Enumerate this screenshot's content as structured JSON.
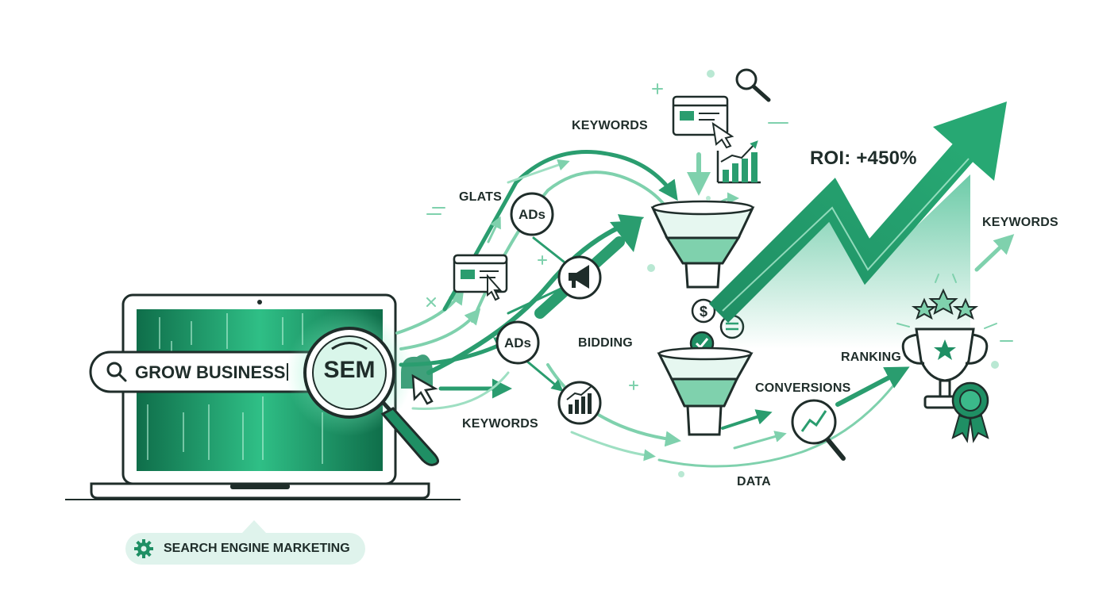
{
  "colors": {
    "primary": "#1f8f64",
    "dark": "#1f2d2a",
    "light": "#dff3ec",
    "mid": "#3bb98a"
  },
  "search": {
    "query": "GROW BUSINESS"
  },
  "magnifier": {
    "label": "SEM"
  },
  "nodes": {
    "ads_top": "ADs",
    "ads_mid": "ADs"
  },
  "labels": {
    "glats": "GLATS",
    "keywords_top": "KEYWORDS",
    "keywords_bottom": "KEYWORDS",
    "keywords_right": "KEYWORDS",
    "bidding": "BIDDING",
    "conversions": "CONVERSIONS",
    "ranking": "RANKING",
    "data": "DATA",
    "roi": "ROI: +450%"
  },
  "badge": {
    "label": "SEARCH ENGINE MARKETING"
  },
  "icons": [
    "search-icon",
    "cursor-icon",
    "megaphone-icon",
    "bar-chart-icon",
    "dollar-coin-icon",
    "check-coin-icon",
    "funnel-icon",
    "trophy-icon",
    "ribbon-award-icon",
    "star-icon",
    "gear-icon",
    "browser-window-icon",
    "growth-arrow-icon"
  ]
}
